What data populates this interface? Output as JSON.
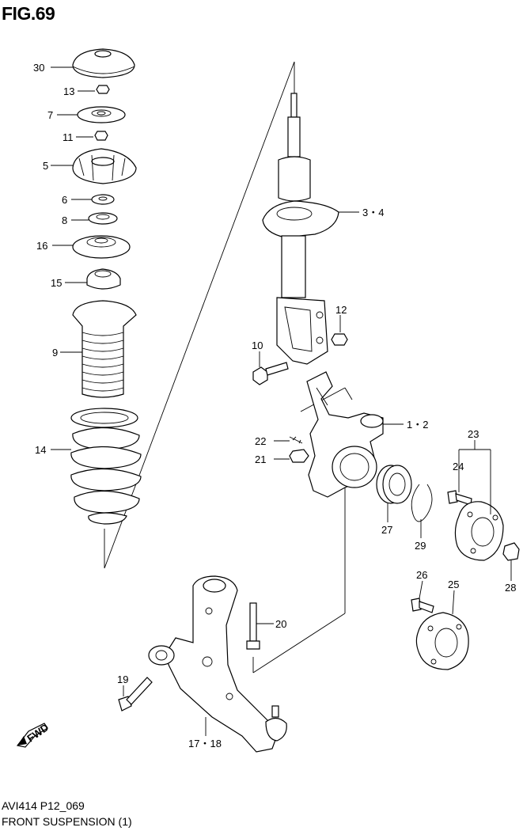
{
  "title": "FIG.69",
  "footer": {
    "code": "AVI414 P12_069",
    "name": "FRONT SUSPENSION (1)"
  },
  "fwd_label": "FWD",
  "callouts": {
    "p30": "30",
    "p13": "13",
    "p7": "7",
    "p11": "11",
    "p5": "5",
    "p6": "6",
    "p8": "8",
    "p16": "16",
    "p15": "15",
    "p9": "9",
    "p14": "14",
    "p34": "3・4",
    "p12": "12",
    "p10": "10",
    "p12b": "1・2",
    "p22": "22",
    "p21": "21",
    "p23": "23",
    "p24": "24",
    "p27": "27",
    "p29": "29",
    "p28": "28",
    "p26": "26",
    "p25": "25",
    "p20": "20",
    "p19": "19",
    "p1718": "17・18"
  }
}
